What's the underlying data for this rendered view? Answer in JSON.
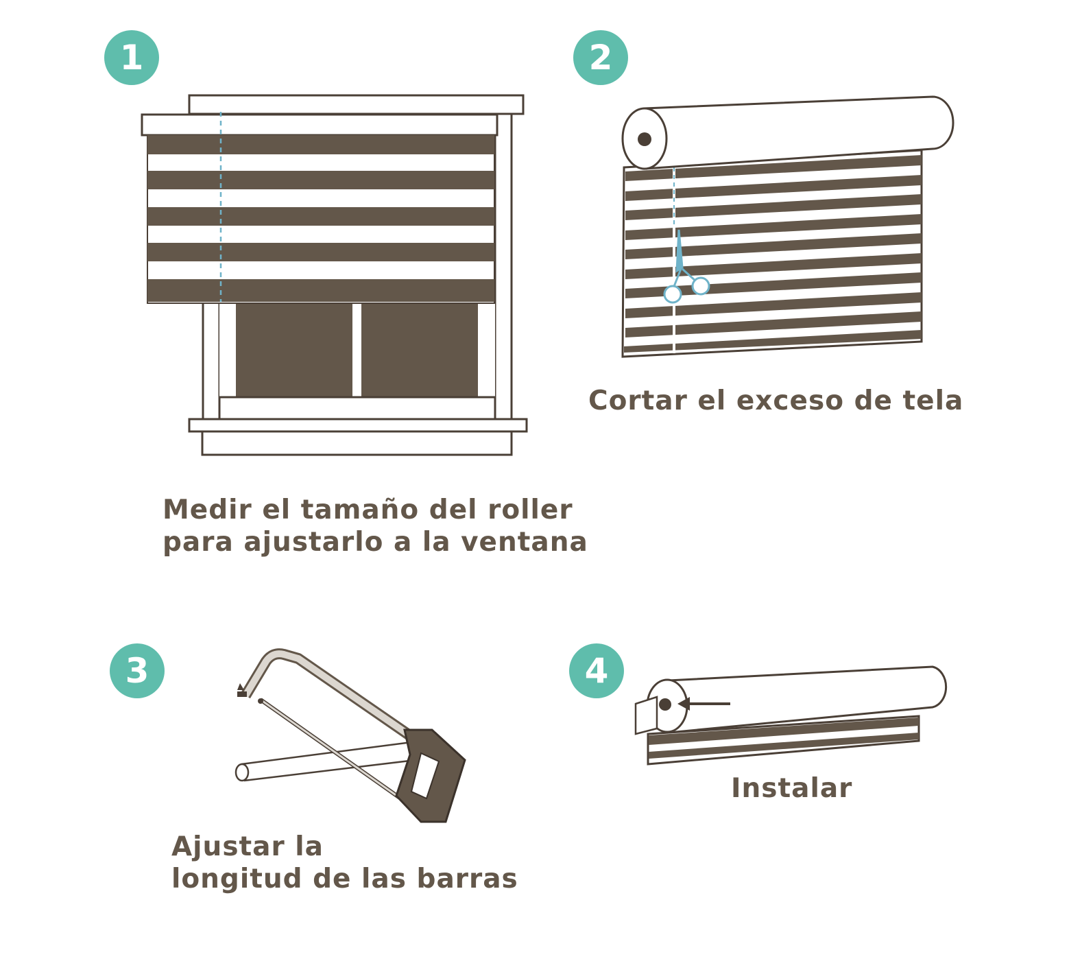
{
  "colors": {
    "accent": "#5fbdac",
    "stripe": "#63574a",
    "outline": "#4a3f36",
    "cut_line": "#6fb3c9",
    "text": "#63574a"
  },
  "steps": [
    {
      "number": "1",
      "lines": [
        "Medir el tamaño del roller",
        "para ajustarlo a la ventana"
      ],
      "icon": "measure-window-icon"
    },
    {
      "number": "2",
      "lines": [
        "Cortar el exceso de tela"
      ],
      "icon": "scissors-icon"
    },
    {
      "number": "3",
      "lines": [
        "Ajustar la",
        "longitud de las barras"
      ],
      "icon": "hacksaw-icon"
    },
    {
      "number": "4",
      "lines": [
        "Instalar"
      ],
      "icon": "bracket-install-icon"
    }
  ]
}
